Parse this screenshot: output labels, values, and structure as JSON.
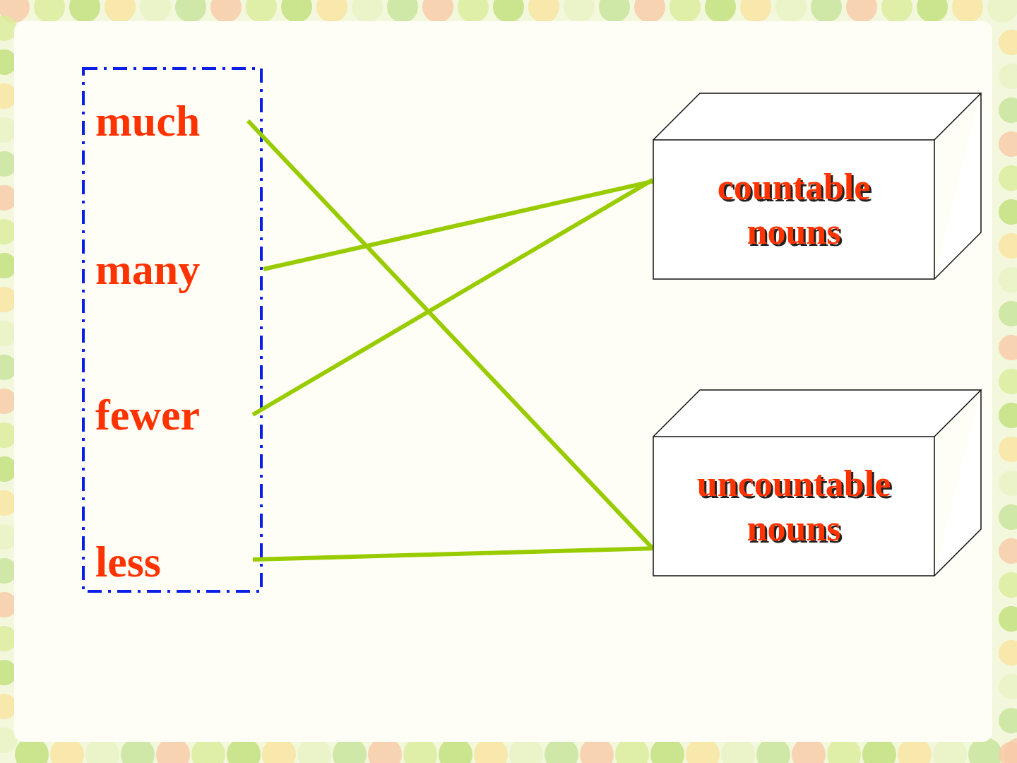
{
  "diagram": {
    "nodes": [
      {
        "text": [
          "much"
        ]
      },
      {
        "text": [
          "many"
        ]
      },
      {
        "text": [
          "fewer"
        ]
      },
      {
        "text": [
          "less"
        ]
      },
      {
        "text": [
          "countable nouns"
        ]
      },
      {
        "text": [
          "uncountable nouns"
        ]
      }
    ],
    "edges": [
      {
        "from": 0,
        "to": 5,
        "arrow": "none"
      },
      {
        "from": 1,
        "to": 4,
        "arrow": "none"
      },
      {
        "from": 2,
        "to": 4,
        "arrow": "none"
      },
      {
        "from": 3,
        "to": 5,
        "arrow": "none"
      }
    ]
  }
}
